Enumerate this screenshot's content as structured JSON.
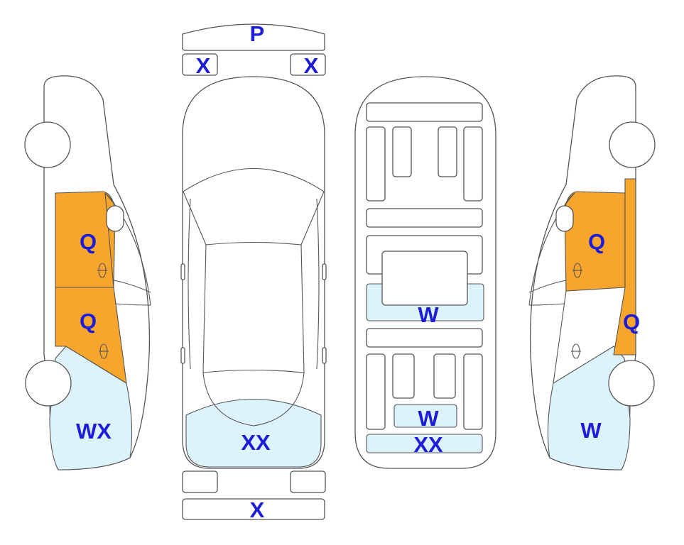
{
  "colors": {
    "orange": "#F7A52D",
    "light_blue": "#DDF3FB",
    "label": "#1D1DD9",
    "outline": "#555555"
  },
  "labels": {
    "front_bumper": "P",
    "front_left_corner": "X",
    "front_right_corner": "X",
    "rear_bumper": "X",
    "left_front_door": "Q",
    "left_rear_door": "Q",
    "left_rear_quarter": "WX",
    "top_rear": "XX",
    "underbody_center": "W",
    "underbody_rear": "W",
    "underbody_bumper": "XX",
    "right_front_door": "Q",
    "right_pillar": "Q",
    "right_rear_quarter": "W"
  }
}
